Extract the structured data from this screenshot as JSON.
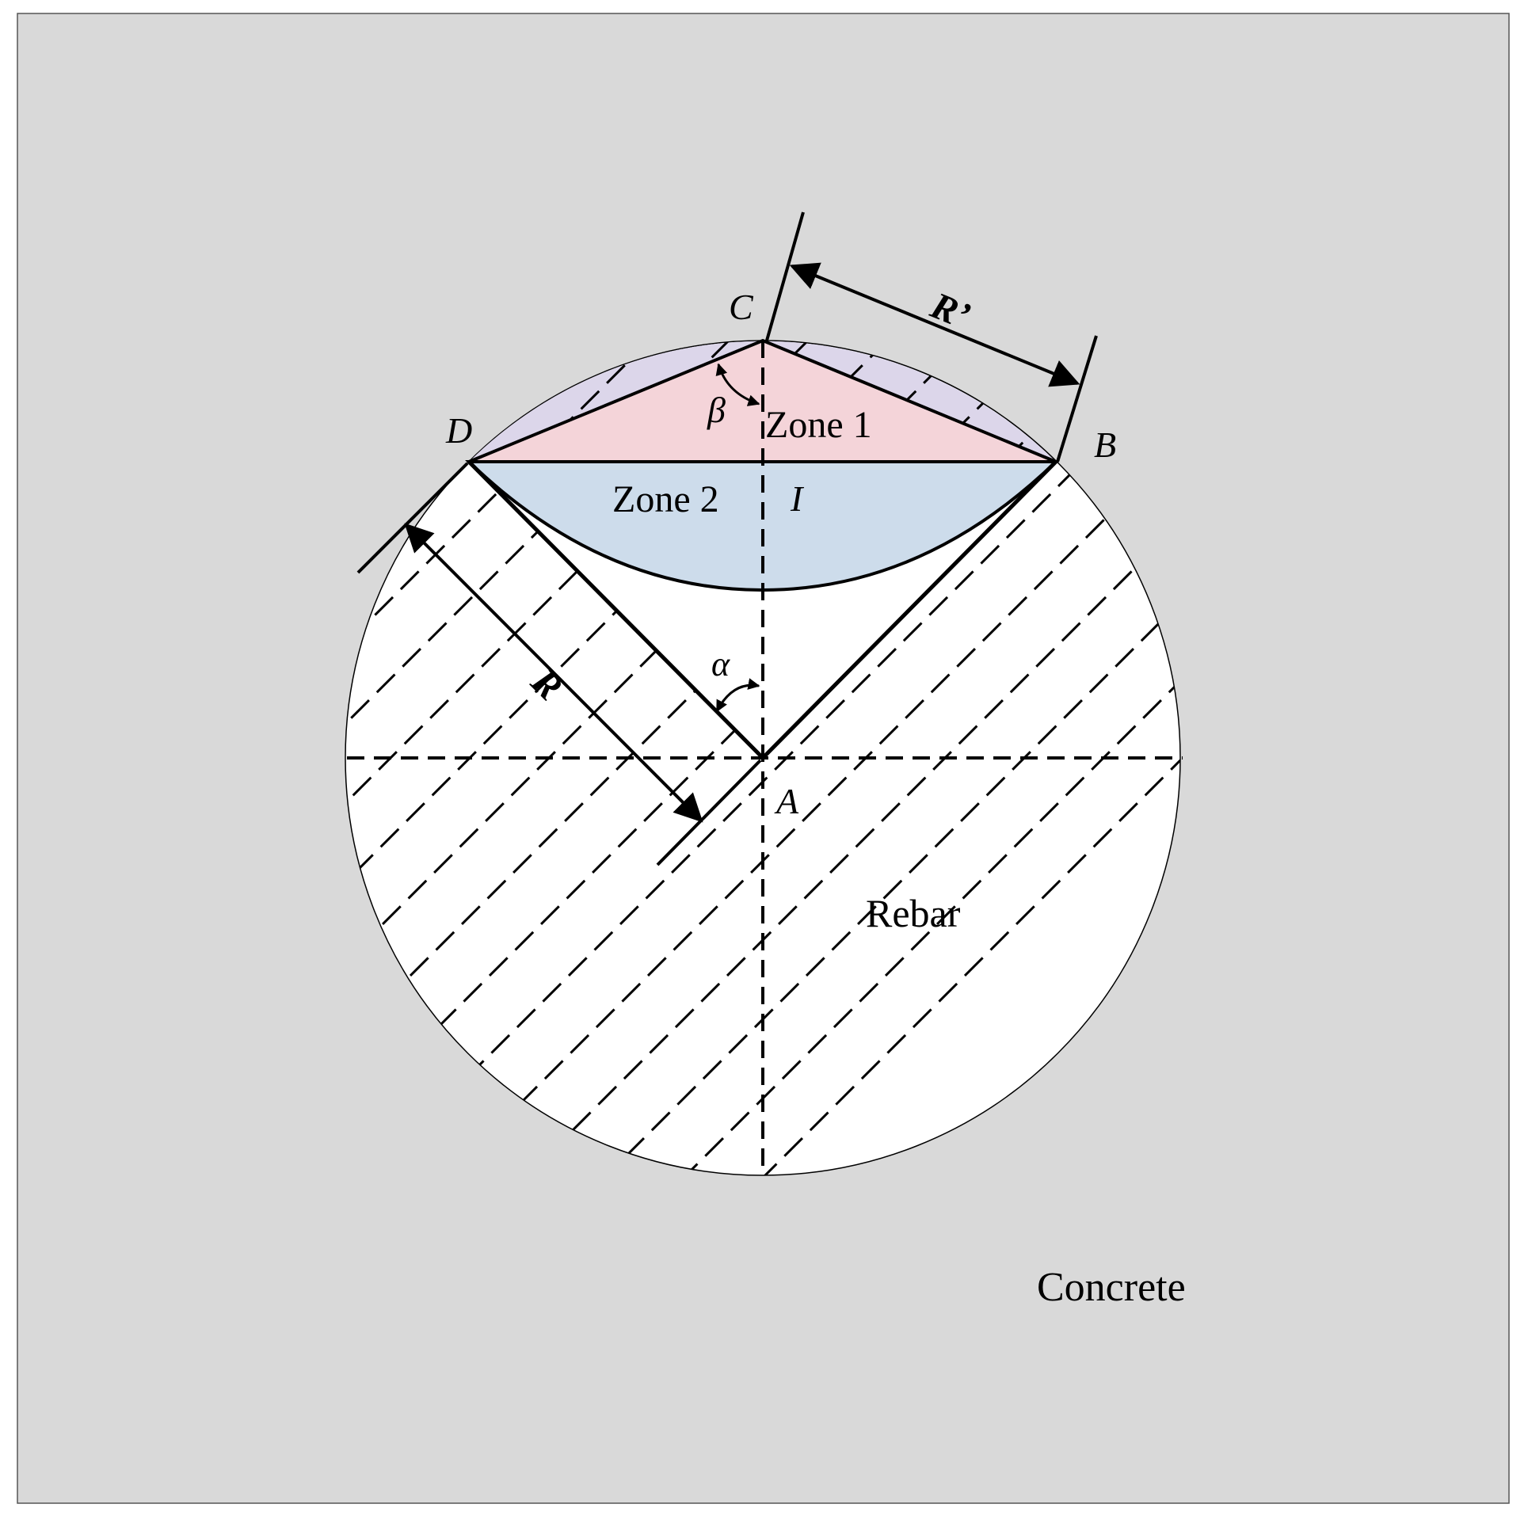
{
  "labels": {
    "point_c": "C",
    "point_d": "D",
    "point_b": "B",
    "point_a": "A",
    "point_i": "I",
    "zone_1": "Zone 1",
    "zone_2": "Zone 2",
    "dim_r_prime": "R’",
    "dim_r": "R",
    "angle_beta": "β",
    "angle_alpha": "α",
    "rebar": "Rebar",
    "concrete": "Concrete"
  },
  "colors": {
    "concrete_fill": "#d9d9d9",
    "rebar_fill": "#ffffff",
    "zone_1_fill": "#f4d4d9",
    "zone_2_fill": "#cddceb",
    "cap_arc_tint": "#dcd6ea",
    "line": "#000000"
  }
}
